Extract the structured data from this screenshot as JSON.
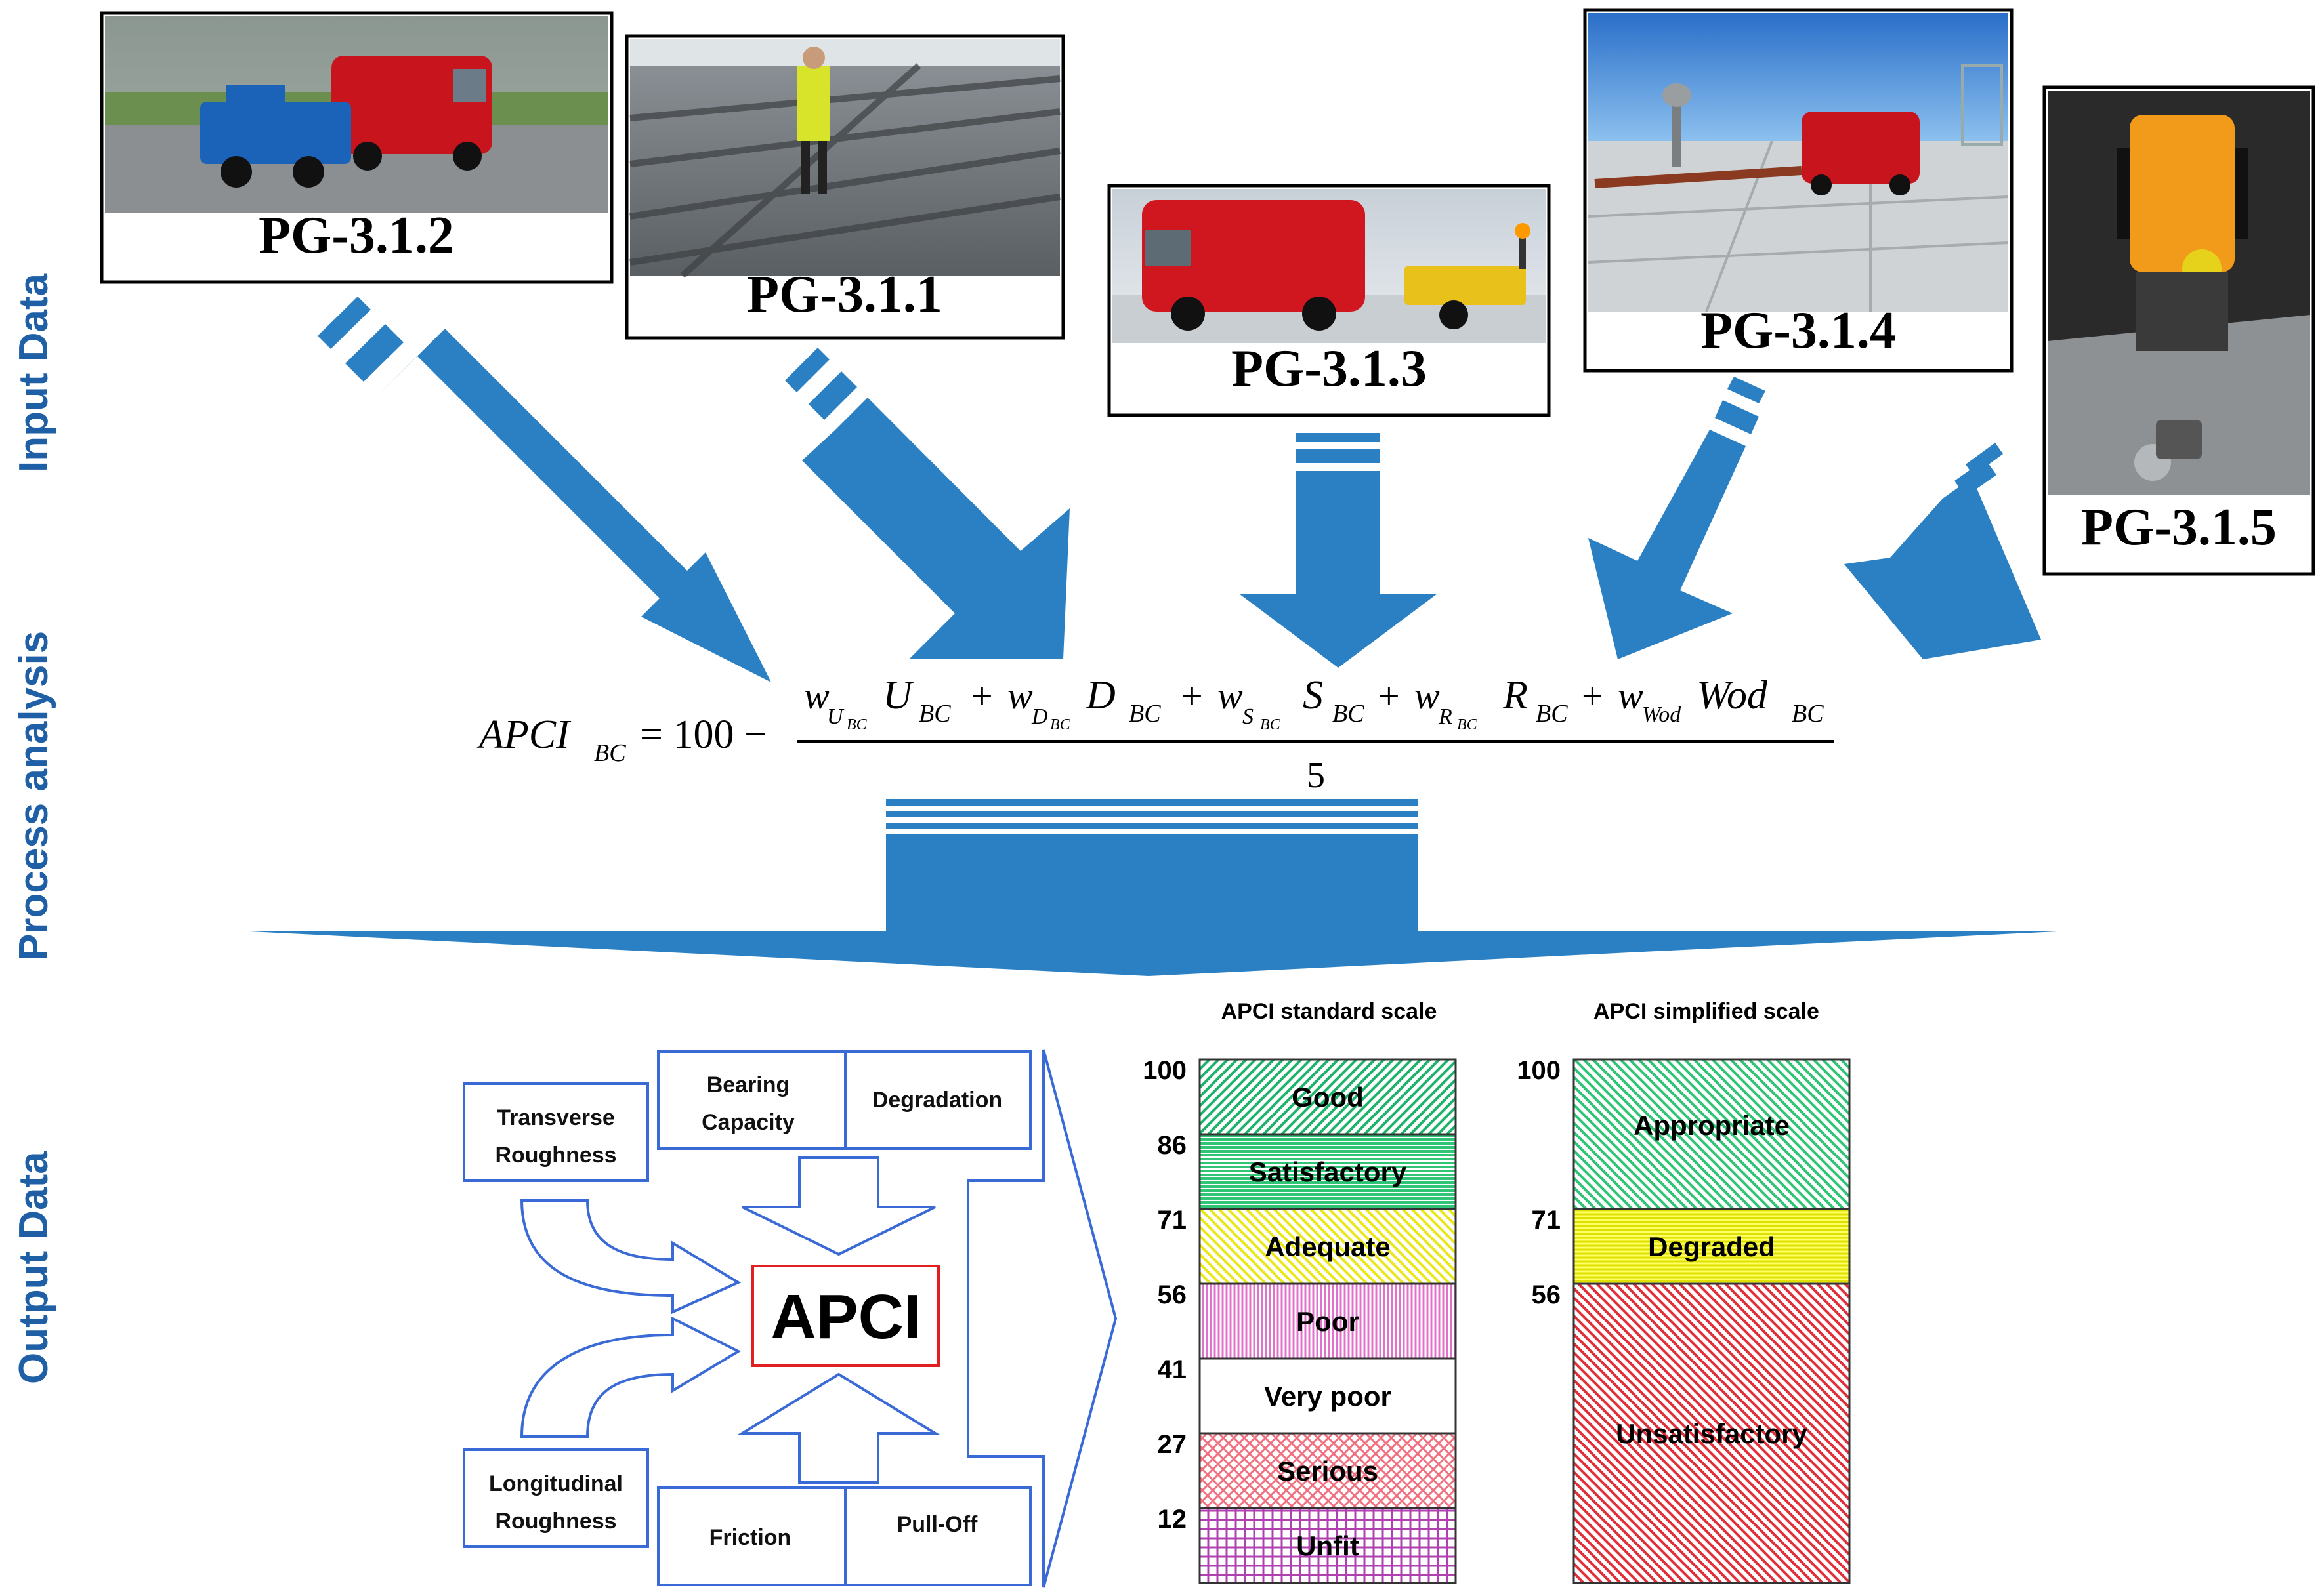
{
  "row_labels": {
    "input": "Input Data",
    "process": "Process analysis",
    "output": "Output Data"
  },
  "photos": [
    {
      "label": "PG-3.1.2",
      "scene": "van-blue-trailer"
    },
    {
      "label": "PG-3.1.1",
      "scene": "runway-person"
    },
    {
      "label": "PG-3.1.3",
      "scene": "van-yellow-trailer"
    },
    {
      "label": "PG-3.1.4",
      "scene": "van-apron-tower"
    },
    {
      "label": "PG-3.1.5",
      "scene": "pull-off-device"
    }
  ],
  "formula": {
    "lhs": "APCI",
    "lhs_sub": "BC",
    "eq": "= 100 −",
    "denominator": "5",
    "terms": [
      {
        "w": "w",
        "w_sub": "U",
        "w_subsub": "BC",
        "var": "U",
        "var_sub": "BC"
      },
      {
        "w": "w",
        "w_sub": "D",
        "w_subsub": "BC",
        "var": "D",
        "var_sub": "BC"
      },
      {
        "w": "w",
        "w_sub": "S",
        "w_subsub": "BC",
        "var": "S",
        "var_sub": "BC"
      },
      {
        "w": "w",
        "w_sub": "R",
        "w_subsub": "BC",
        "var": "R",
        "var_sub": "BC"
      },
      {
        "w": "w",
        "w_sub": "Wod",
        "w_subsub": "",
        "var": "Wod",
        "var_sub": "BC"
      }
    ],
    "plus": "+"
  },
  "apci_diagram": {
    "center": "APCI",
    "transverse": [
      "Transverse",
      "Roughness"
    ],
    "longitudinal": [
      "Longitudinal",
      "Roughness"
    ],
    "bearing": [
      "Bearing",
      "Capacity"
    ],
    "degradation": "Degradation",
    "friction": "Friction",
    "pull_off": "Pull-Off"
  },
  "standard_scale": {
    "title": "APCI standard scale",
    "ticks": [
      "100",
      "86",
      "71",
      "56",
      "41",
      "27",
      "12"
    ],
    "bands": [
      {
        "label": "Good",
        "color": "#1db36b",
        "pattern": "diag-down"
      },
      {
        "label": "Satisfactory",
        "color": "#2fc476",
        "pattern": "horiz"
      },
      {
        "label": "Adequate",
        "color": "#e8e81a",
        "pattern": "diag-up"
      },
      {
        "label": "Poor",
        "color": "#e070c8",
        "pattern": "vert"
      },
      {
        "label": "Very poor",
        "color": "#ffffff",
        "pattern": "none"
      },
      {
        "label": "Serious",
        "color": "#f07080",
        "pattern": "weave"
      },
      {
        "label": "Unfit",
        "color": "#b040b0",
        "pattern": "grid"
      }
    ]
  },
  "simplified_scale": {
    "title": "APCI simplified scale",
    "ticks": [
      "100",
      "71",
      "56"
    ],
    "bands": [
      {
        "label": "Appropriate",
        "color": "#2fc476",
        "pattern": "diag-up"
      },
      {
        "label": "Degraded",
        "color": "#e8e81a",
        "pattern": "horiz"
      },
      {
        "label": "Unsatisfactory",
        "color": "#e0303a",
        "pattern": "diag-up"
      }
    ]
  },
  "colors": {
    "arrow": "#2a80c2",
    "label_blue": "#1f5fa6",
    "box_blue": "#3a6ad6",
    "apci_red": "#e02020"
  }
}
